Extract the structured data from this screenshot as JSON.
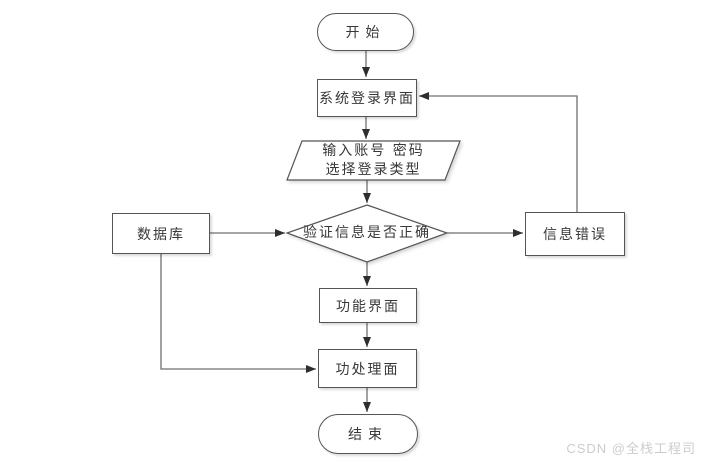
{
  "diagram": {
    "nodes": {
      "start": {
        "label": "开始",
        "type": "terminator"
      },
      "login": {
        "label": "系统登录界面",
        "type": "process"
      },
      "input": {
        "label": "输入账号 密码\n选择登录类型",
        "type": "input-output"
      },
      "decision": {
        "label": "验证信息是否正确",
        "type": "decision"
      },
      "database": {
        "label": "数据库",
        "type": "process"
      },
      "error": {
        "label": "信息错误",
        "type": "process"
      },
      "function": {
        "label": "功能界面",
        "type": "process"
      },
      "process": {
        "label": "功处理面",
        "type": "process"
      },
      "end": {
        "label": "结束",
        "type": "terminator"
      }
    },
    "edges": [
      {
        "from": "start",
        "to": "login"
      },
      {
        "from": "login",
        "to": "input"
      },
      {
        "from": "input",
        "to": "decision"
      },
      {
        "from": "database",
        "to": "decision"
      },
      {
        "from": "decision",
        "to": "error"
      },
      {
        "from": "error",
        "to": "login"
      },
      {
        "from": "decision",
        "to": "function"
      },
      {
        "from": "function",
        "to": "process"
      },
      {
        "from": "database",
        "to": "process"
      },
      {
        "from": "process",
        "to": "end"
      }
    ],
    "colors": {
      "shape_fill": "#ffffff",
      "shape_border": "#555555",
      "line": "#6f6f6f",
      "arrowhead": "#2e2e2e",
      "text": "#383838",
      "watermark": "#cccccc"
    }
  },
  "watermark": {
    "text": "CSDN @全栈工程司"
  }
}
